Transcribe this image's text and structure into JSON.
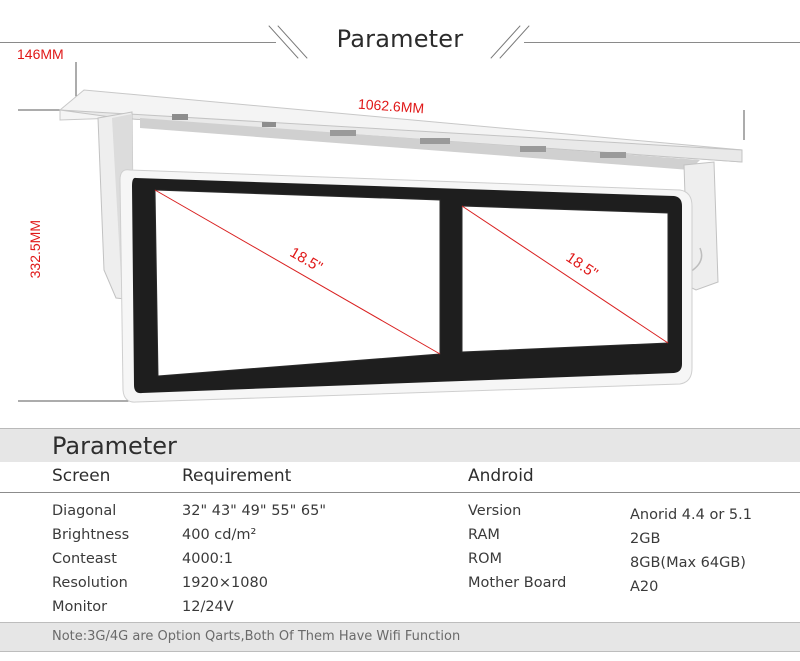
{
  "header": {
    "title": "Parameter"
  },
  "diagram": {
    "dimensions": {
      "depth": "146MM",
      "width": "1062.6MM",
      "height": "332.5MM"
    },
    "screen_labels": [
      "18.5\"",
      "18.5\""
    ],
    "colors": {
      "dimension_text": "#e01818",
      "diagonal_line": "#d92020",
      "bezel": "#1c1c1c",
      "frame": "#f2f2f2"
    }
  },
  "table": {
    "title": "Parameter",
    "columns": {
      "screen": "Screen",
      "requirement": "Requirement",
      "android": "Android"
    },
    "screen_rows": [
      {
        "label": "Diagonal",
        "value": "32\" 43\" 49\" 55\" 65\""
      },
      {
        "label": "Brightness",
        "value": "400 cd/m²"
      },
      {
        "label": "Conteast",
        "value": "4000:1"
      },
      {
        "label": "Resolution",
        "value": "1920×1080"
      },
      {
        "label": "Monitor",
        "value": "12/24V"
      }
    ],
    "android_rows": [
      {
        "label": "Version",
        "value": "Anorid 4.4 or 5.1"
      },
      {
        "label": "RAM",
        "value": "2GB"
      },
      {
        "label": "ROM",
        "value": "8GB(Max 64GB)"
      },
      {
        "label": "Mother Board",
        "value": "A20"
      }
    ],
    "note": "Note:3G/4G are Option Qarts,Both Of Them Have Wifi Function"
  }
}
